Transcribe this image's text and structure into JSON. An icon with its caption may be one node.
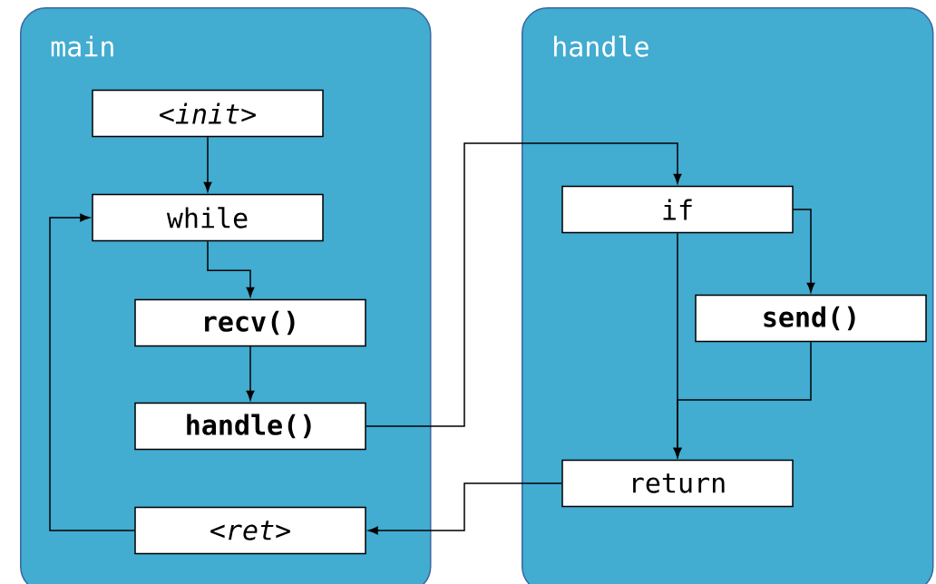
{
  "diagram": {
    "nodes": [
      {
        "text": [
          "main"
        ]
      },
      {
        "text": [
          "<init>"
        ],
        "in": 0
      },
      {
        "text": [
          "while"
        ],
        "in": 0
      },
      {
        "text": [
          "recv()"
        ],
        "in": 0
      },
      {
        "text": [
          "handle()"
        ],
        "in": 0
      },
      {
        "text": [
          "<ret>"
        ],
        "in": 0
      },
      {
        "text": [
          "handle"
        ]
      },
      {
        "text": [
          "if"
        ],
        "in": 6
      },
      {
        "text": [
          "send()"
        ],
        "in": 6
      },
      {
        "text": [
          "return"
        ],
        "in": 6
      }
    ],
    "edges": [
      {
        "from": 1,
        "to": 2,
        "arrow": "to"
      },
      {
        "from": 2,
        "to": 3,
        "arrow": "to"
      },
      {
        "from": 3,
        "to": 4,
        "arrow": "to"
      },
      {
        "from": 4,
        "to": 7,
        "arrow": "to"
      },
      {
        "from": 7,
        "to": 8,
        "arrow": "to"
      },
      {
        "from": 7,
        "to": 9,
        "arrow": "to"
      },
      {
        "from": 8,
        "to": 9,
        "arrow": "to"
      },
      {
        "from": 9,
        "to": 5,
        "arrow": "to"
      },
      {
        "from": 5,
        "to": 2,
        "arrow": "to"
      }
    ]
  }
}
